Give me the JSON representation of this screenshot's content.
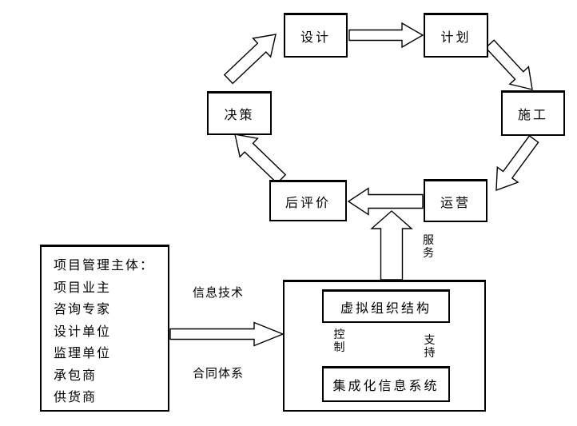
{
  "diagram": {
    "cycle_nodes": {
      "design": "设计",
      "plan": "计划",
      "construction": "施工",
      "operation": "运营",
      "post_evaluation": "后评价",
      "decision": "决策"
    },
    "cycle_order": [
      "设计",
      "计划",
      "施工",
      "运营",
      "后评价",
      "决策"
    ],
    "stakeholders": {
      "title": "项目管理主体：",
      "items": [
        "项目业主",
        "咨询专家",
        "设计单位",
        "监理单位",
        "承包商",
        "供货商"
      ]
    },
    "system": {
      "virtual_org": "虚拟组织结构",
      "integrated_info": "集成化信息系统"
    },
    "labels": {
      "info_tech": "信息技术",
      "contract": "合同体系",
      "service": "服务",
      "control": "控制",
      "support": "支持"
    },
    "connections": [
      {
        "from": "设计",
        "to": "计划",
        "label": ""
      },
      {
        "from": "计划",
        "to": "施工",
        "label": ""
      },
      {
        "from": "施工",
        "to": "运营",
        "label": ""
      },
      {
        "from": "运营",
        "to": "后评价",
        "label": ""
      },
      {
        "from": "后评价",
        "to": "决策",
        "label": ""
      },
      {
        "from": "决策",
        "to": "设计",
        "label": ""
      },
      {
        "from": "系统",
        "to": "后评价/运营",
        "label": "服务"
      },
      {
        "from": "项目管理主体",
        "to": "系统",
        "label": "信息技术 / 合同体系"
      },
      {
        "from": "虚拟组织结构",
        "to": "集成化信息系统",
        "label": "控制"
      },
      {
        "from": "集成化信息系统",
        "to": "虚拟组织结构",
        "label": "支持"
      }
    ],
    "colors": {
      "stroke": "#000000",
      "fill": "#ffffff"
    }
  }
}
